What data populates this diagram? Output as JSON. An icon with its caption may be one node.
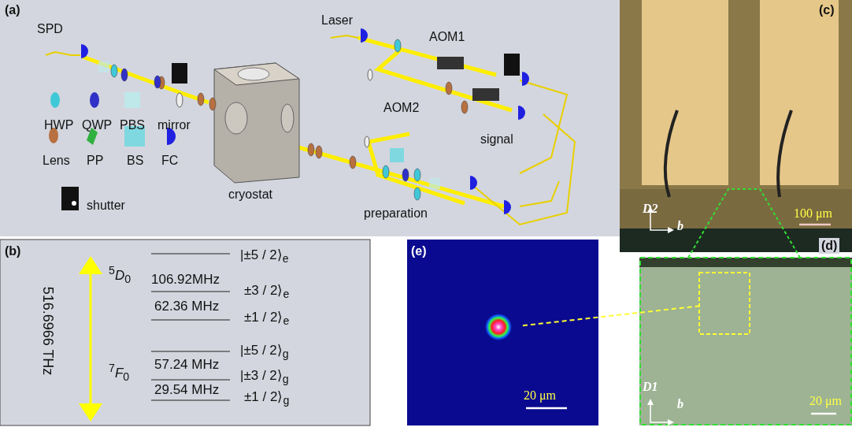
{
  "diagram": {
    "nodes": [
      {
        "text": [],
        "shape": "circle"
      },
      {
        "text": [],
        "shape": "box"
      }
    ],
    "edges": [
      {
        "from": 0,
        "to": 1,
        "arrow": "none",
        "style": "dashed",
        "color": "#ffff33"
      }
    ],
    "labels": [
      "(a)",
      "SPD",
      "Laser",
      "AOM1",
      "AOM2",
      "signal",
      "cryostat",
      "preparation",
      "(c)",
      "*D2*",
      "*b*",
      "100 μm",
      "(b)",
      "516.6966 THz",
      "$^{5}$*D*$_{0}$",
      "106.92MHz",
      "|±5 / 2⟩$_{e}$",
      "±3 / 2⟩$_{e}$",
      "62.36 MHz",
      "±1 / 2⟩$_{e}$",
      "|±5 / 2⟩$_{g}$",
      "$^{7}$*F*$_{0}$",
      "57.24 MHz",
      "|±3 / 2⟩$_{g}$",
      "29.54 MHz",
      "±1 / 2⟩$_{g}$",
      "(e)",
      "(d)",
      "20 μm",
      "*D1*",
      "*b*",
      "20 μm"
    ],
    "legend": [
      {
        "text": "HWP"
      },
      {
        "text": "QWP"
      },
      {
        "text": "PBS"
      },
      {
        "text": "mirror"
      },
      {
        "text": "Lens"
      },
      {
        "text": "PP"
      },
      {
        "text": "BS"
      },
      {
        "text": "FC"
      },
      {
        "text": "shutter"
      }
    ]
  }
}
